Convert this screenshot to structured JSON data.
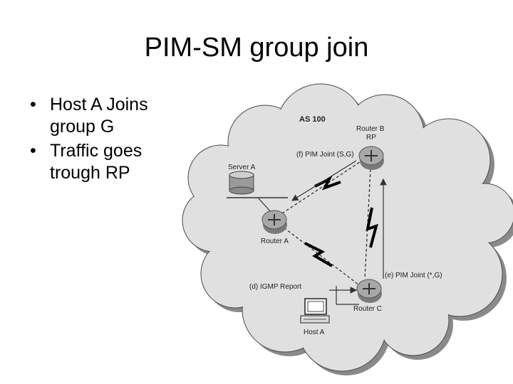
{
  "slide": {
    "title": "PIM-SM group join",
    "bullets": [
      {
        "line1": "Host A Joins",
        "line2": "group G"
      },
      {
        "line1": "Traffic goes",
        "line2": "trough RP"
      }
    ]
  },
  "diagram": {
    "as_label": "AS 100",
    "router_b": {
      "line1": "Router B",
      "line2": "RP"
    },
    "server_label": "Server A",
    "router_a_label": "Router A",
    "router_c_label": "Router C",
    "host_label": "Host A",
    "msg_f": "(f)  PIM Joint (S,G)",
    "msg_e": "(e)  PIM Joint (*,G)",
    "msg_d": "(d)  IGMP Report"
  },
  "colors": {
    "cloud": "#e0e0e0",
    "cloud_shadow": "#8a8a8a",
    "router": "#a8a8a8"
  }
}
